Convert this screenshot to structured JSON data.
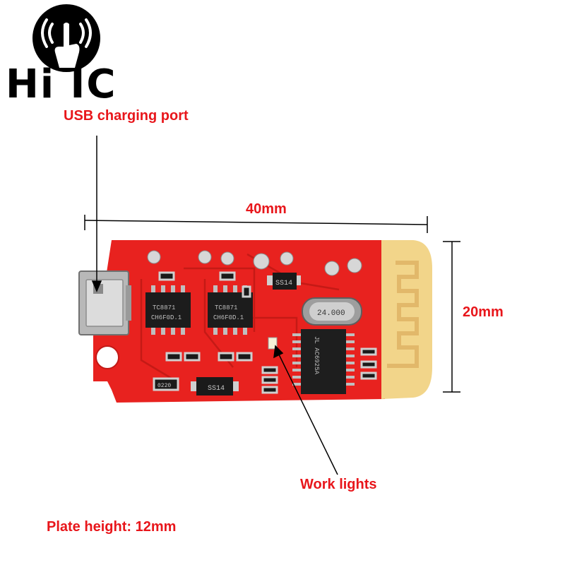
{
  "logo": {
    "text": "Hi IC",
    "icon": "hand-signal-icon",
    "color": "#000000"
  },
  "labels": {
    "usb_port": "USB charging port",
    "width": "40mm",
    "height": "20mm",
    "work_lights": "Work lights",
    "plate_height": "Plate height: 12mm"
  },
  "board": {
    "chip1_line1": "TC8871",
    "chip1_line2": "CH6F0D.1",
    "chip2_line1": "TC8871",
    "chip2_line2": "CH6F0D.1",
    "diode1": "SS14",
    "diode2": "SS14",
    "crystal": "24.000",
    "main_ic": "JL AC6925A",
    "resistor": "0220"
  },
  "colors": {
    "label_red": "#e8161b",
    "pcb_red": "#e8221f",
    "antenna_yellow": "#f2d58a",
    "black": "#000000"
  }
}
